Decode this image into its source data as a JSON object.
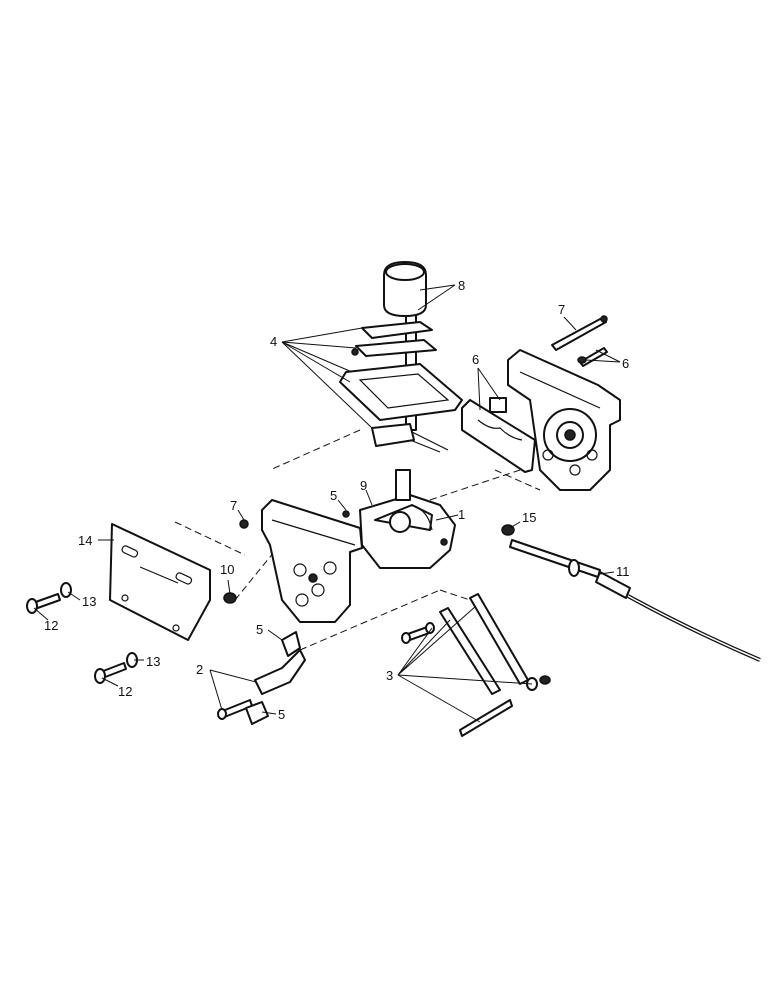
{
  "callouts": [
    {
      "id": "c1",
      "label": "1"
    },
    {
      "id": "c2",
      "label": "2"
    },
    {
      "id": "c3",
      "label": "3"
    },
    {
      "id": "c4",
      "label": "4"
    },
    {
      "id": "c5a",
      "label": "5"
    },
    {
      "id": "c5b",
      "label": "5"
    },
    {
      "id": "c5c",
      "label": "5"
    },
    {
      "id": "c6a",
      "label": "6"
    },
    {
      "id": "c6b",
      "label": "6"
    },
    {
      "id": "c7a",
      "label": "7"
    },
    {
      "id": "c7b",
      "label": "7"
    },
    {
      "id": "c8",
      "label": "8"
    },
    {
      "id": "c9",
      "label": "9"
    },
    {
      "id": "c10",
      "label": "10"
    },
    {
      "id": "c11",
      "label": "11"
    },
    {
      "id": "c12a",
      "label": "12"
    },
    {
      "id": "c12b",
      "label": "12"
    },
    {
      "id": "c13a",
      "label": "13"
    },
    {
      "id": "c13b",
      "label": "13"
    },
    {
      "id": "c14",
      "label": "14"
    },
    {
      "id": "c15",
      "label": "15"
    }
  ]
}
